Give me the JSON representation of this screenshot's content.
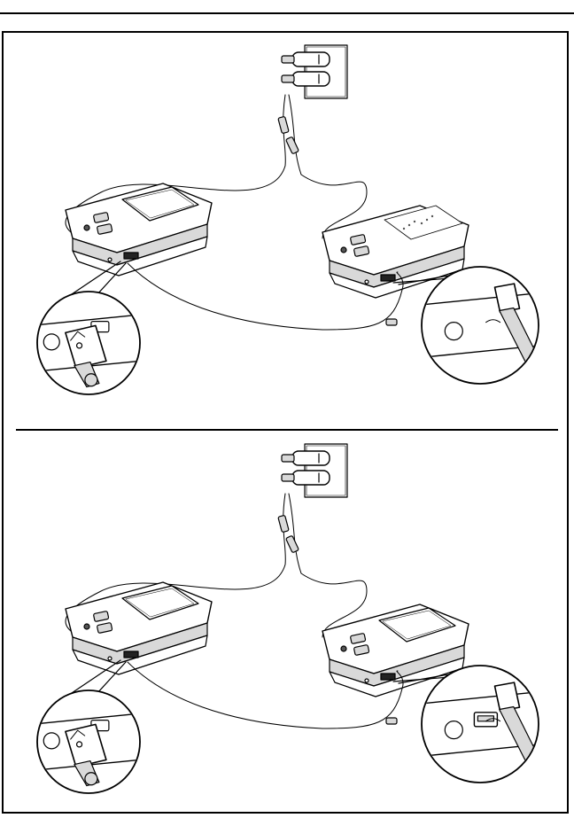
{
  "figure": {
    "panels": [
      {
        "id": "top",
        "remote_unit": "tester-with-status-lights"
      },
      {
        "id": "bottom",
        "remote_unit": "tester-with-display"
      }
    ]
  },
  "colors": {
    "line": "#000000",
    "paper": "#ffffff",
    "shade": "#d9d9d9",
    "dark": "#555555"
  }
}
